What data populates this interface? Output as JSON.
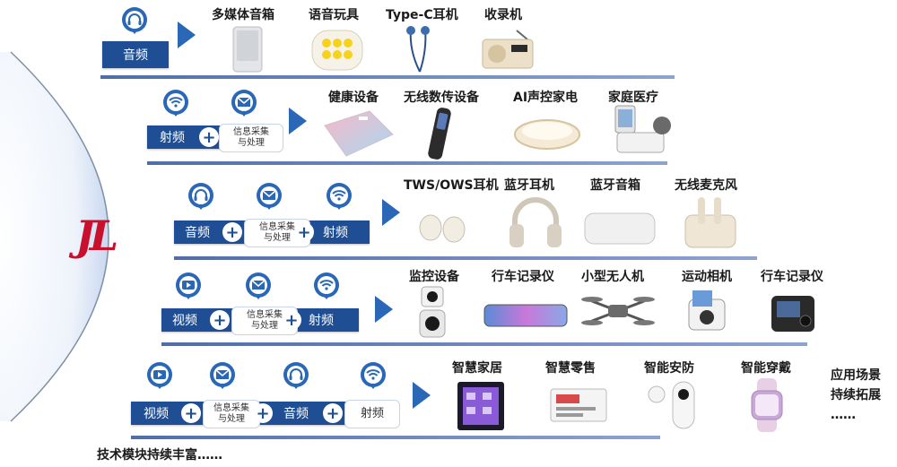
{
  "logo": {
    "mark": "JL"
  },
  "rows": [
    {
      "bar_labels": [
        "音频"
      ],
      "info_label": null,
      "products": [
        "多媒体音箱",
        "语音玩具",
        "Type-C耳机",
        "收录机"
      ]
    },
    {
      "bar_labels": [
        "射频"
      ],
      "info_label": [
        "信息采集",
        "与处理"
      ],
      "products": [
        "健康设备",
        "无线数传设备",
        "AI声控家电",
        "家庭医疗"
      ]
    },
    {
      "bar_labels": [
        "音频",
        "射频"
      ],
      "info_label": [
        "信息采集",
        "与处理"
      ],
      "products": [
        "TWS/OWS耳机",
        "蓝牙耳机",
        "蓝牙音箱",
        "无线麦克风"
      ]
    },
    {
      "bar_labels": [
        "视频",
        "射频"
      ],
      "info_label": [
        "信息采集",
        "与处理"
      ],
      "products": [
        "监控设备",
        "行车记录仪",
        "小型无人机",
        "运动相机",
        "行车记录仪"
      ]
    },
    {
      "bar_labels": [
        "视频",
        "音频",
        "射频"
      ],
      "info_label": [
        "信息采集",
        "与处理"
      ],
      "products": [
        "智慧家居",
        "智慧零售",
        "智能安防",
        "智能穿戴"
      ]
    }
  ],
  "plus": "+",
  "scene": [
    "应用场景",
    "持续拓展",
    "……"
  ],
  "footer": "技术模块持续丰富……",
  "colors": {
    "bar": "#1f4e95",
    "pin": "#2a67b7",
    "logo": "#c8102e"
  },
  "icons": [
    "headphone-icon",
    "wifi-icon",
    "mail-icon",
    "video-icon",
    "chevron-right-icon"
  ]
}
